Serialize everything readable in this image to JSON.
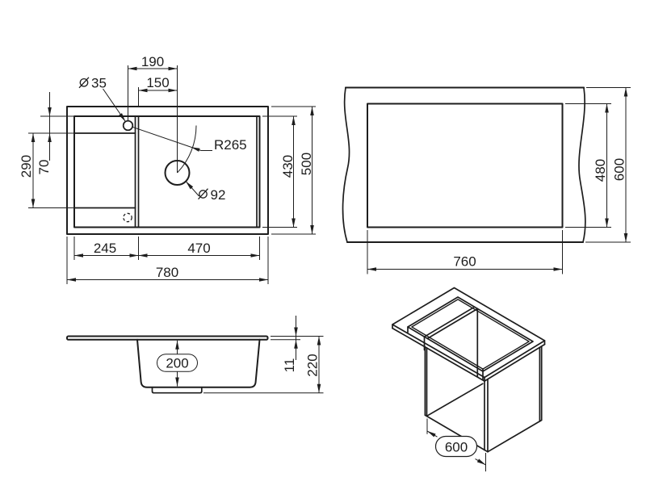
{
  "colors": {
    "line": "#1d1d1d",
    "background": "#ffffff"
  },
  "top_view": {
    "tap_to_drain": "190",
    "bowl_edge_to_drain": "150",
    "tap_hole_diameter": {
      "symbol": "⌀",
      "value": "35"
    },
    "bowl_corner_radius": "R265",
    "drain_diameter": {
      "symbol": "⌀",
      "value": "92"
    },
    "drainer_length": "290",
    "drainer_top_band": "70",
    "bowl_length": "430",
    "overall_depth": "500",
    "drainer_width": "245",
    "bowl_width": "470",
    "overall_width": "780"
  },
  "cutout_view": {
    "cutout_width": "760",
    "cutout_depth": "480",
    "countertop_depth": "600"
  },
  "section_view": {
    "bowl_depth": "200",
    "rim_thickness": "11",
    "overall_height": "220"
  },
  "iso_view": {
    "cabinet_width": "600"
  }
}
